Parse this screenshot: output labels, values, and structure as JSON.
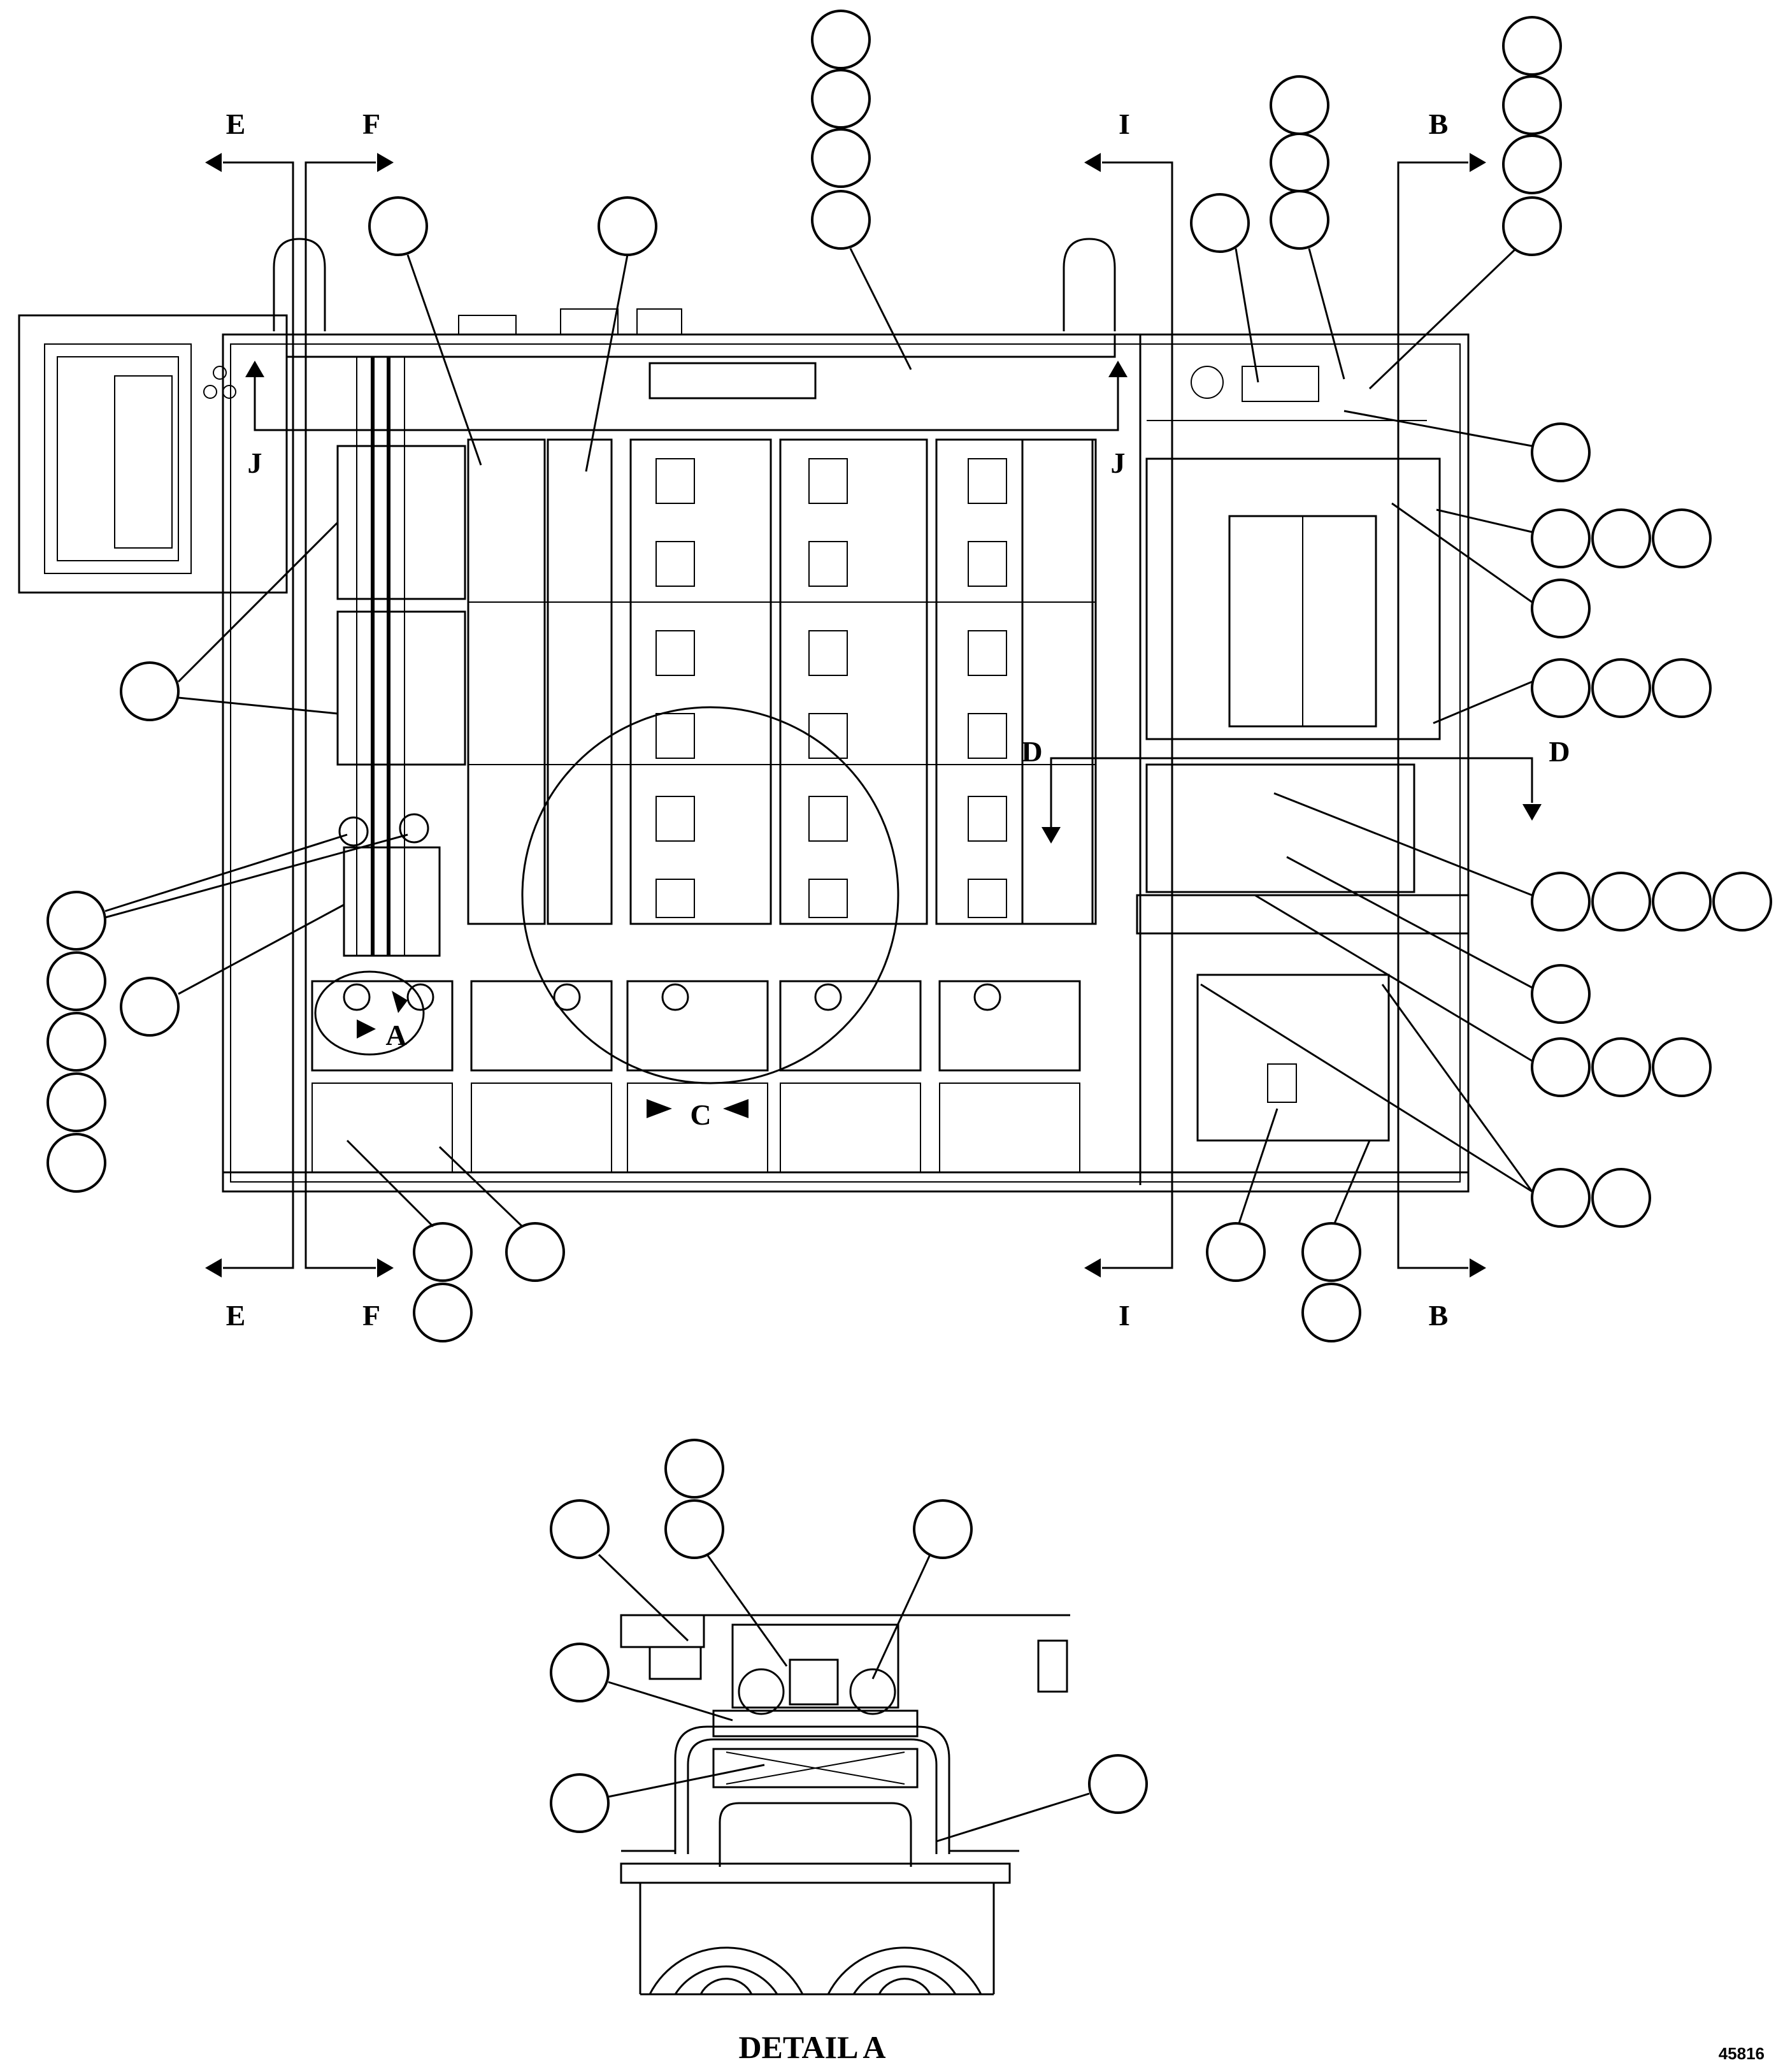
{
  "section_labels": {
    "e_top": "E",
    "f_top": "F",
    "i_top": "I",
    "b_top": "B",
    "e_bottom": "E",
    "f_bottom": "F",
    "i_bottom": "I",
    "b_bottom": "B",
    "j_left": "J",
    "j_right": "J",
    "d_left": "D",
    "d_right": "D"
  },
  "detail_labels": {
    "a": "A",
    "c": "C"
  },
  "detail_caption": "DETAIL A",
  "figure_number": "45816",
  "colors": {
    "line": "#000000",
    "background": "#ffffff"
  }
}
